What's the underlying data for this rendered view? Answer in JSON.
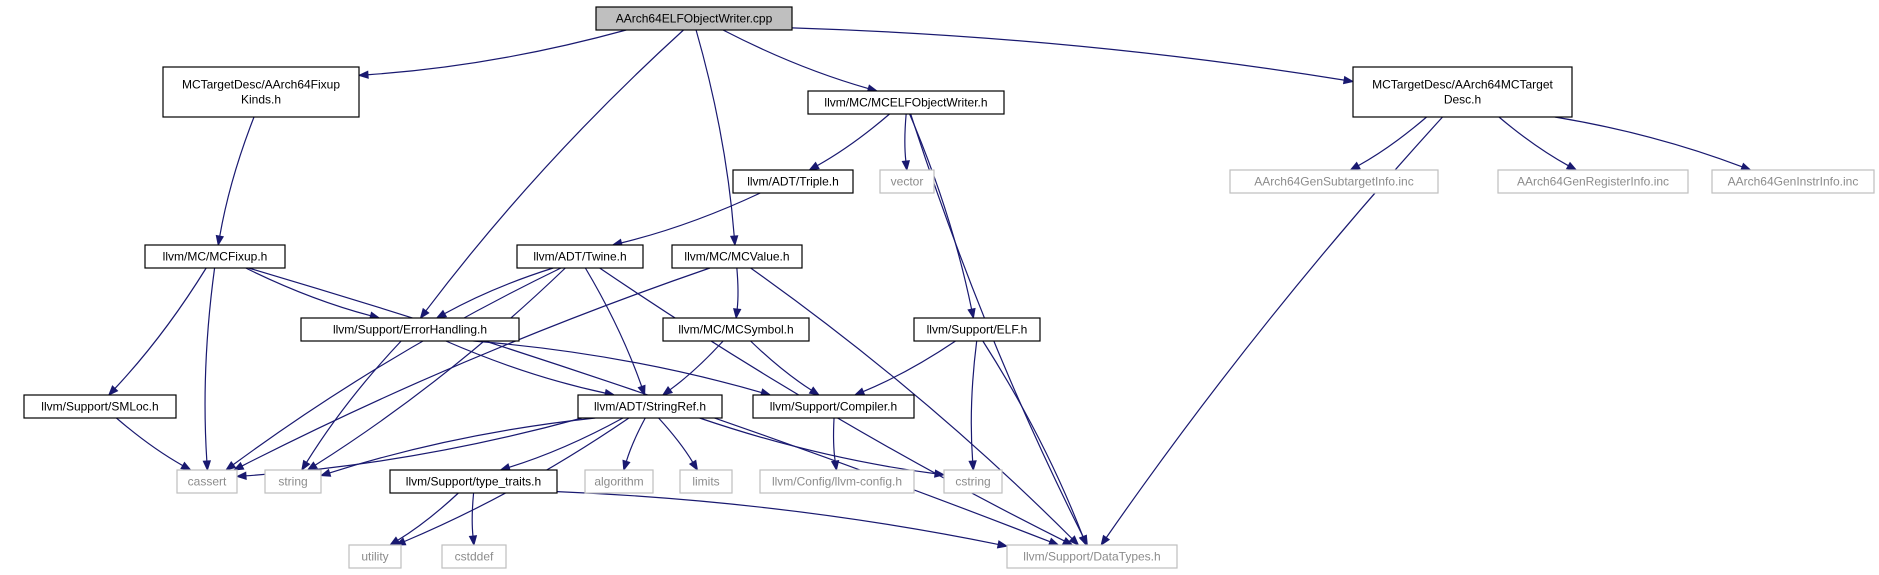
{
  "graph": {
    "nodes": [
      {
        "id": "root",
        "lines": [
          "AArch64ELFObjectWriter.cpp"
        ],
        "style": "root"
      },
      {
        "id": "fixupkinds",
        "lines": [
          "MCTargetDesc/AArch64Fixup",
          "Kinds.h"
        ],
        "style": "normal"
      },
      {
        "id": "mcelf",
        "lines": [
          "llvm/MC/MCELFObjectWriter.h"
        ],
        "style": "normal"
      },
      {
        "id": "mctargetdesc",
        "lines": [
          "MCTargetDesc/AArch64MCTarget",
          "Desc.h"
        ],
        "style": "normal"
      },
      {
        "id": "triple",
        "lines": [
          "llvm/ADT/Triple.h"
        ],
        "style": "normal"
      },
      {
        "id": "vector",
        "lines": [
          "vector"
        ],
        "style": "external"
      },
      {
        "id": "subtarget",
        "lines": [
          "AArch64GenSubtargetInfo.inc"
        ],
        "style": "external"
      },
      {
        "id": "reginfo",
        "lines": [
          "AArch64GenRegisterInfo.inc"
        ],
        "style": "external"
      },
      {
        "id": "instrinfo",
        "lines": [
          "AArch64GenInstrInfo.inc"
        ],
        "style": "external"
      },
      {
        "id": "mcfixup",
        "lines": [
          "llvm/MC/MCFixup.h"
        ],
        "style": "normal"
      },
      {
        "id": "twine",
        "lines": [
          "llvm/ADT/Twine.h"
        ],
        "style": "normal"
      },
      {
        "id": "mcvalue",
        "lines": [
          "llvm/MC/MCValue.h"
        ],
        "style": "normal"
      },
      {
        "id": "errorhandling",
        "lines": [
          "llvm/Support/ErrorHandling.h"
        ],
        "style": "normal"
      },
      {
        "id": "mcsymbol",
        "lines": [
          "llvm/MC/MCSymbol.h"
        ],
        "style": "normal"
      },
      {
        "id": "elf",
        "lines": [
          "llvm/Support/ELF.h"
        ],
        "style": "normal"
      },
      {
        "id": "smloc",
        "lines": [
          "llvm/Support/SMLoc.h"
        ],
        "style": "normal"
      },
      {
        "id": "stringref",
        "lines": [
          "llvm/ADT/StringRef.h"
        ],
        "style": "normal"
      },
      {
        "id": "compiler",
        "lines": [
          "llvm/Support/Compiler.h"
        ],
        "style": "normal"
      },
      {
        "id": "cassert",
        "lines": [
          "cassert"
        ],
        "style": "external"
      },
      {
        "id": "string",
        "lines": [
          "string"
        ],
        "style": "external"
      },
      {
        "id": "typetraits",
        "lines": [
          "llvm/Support/type_traits.h"
        ],
        "style": "normal"
      },
      {
        "id": "algorithm",
        "lines": [
          "algorithm"
        ],
        "style": "external"
      },
      {
        "id": "limits",
        "lines": [
          "limits"
        ],
        "style": "external"
      },
      {
        "id": "llvmconfig",
        "lines": [
          "llvm/Config/llvm-config.h"
        ],
        "style": "external"
      },
      {
        "id": "cstring",
        "lines": [
          "cstring"
        ],
        "style": "external"
      },
      {
        "id": "utility",
        "lines": [
          "utility"
        ],
        "style": "external"
      },
      {
        "id": "cstddef",
        "lines": [
          "cstddef"
        ],
        "style": "external"
      },
      {
        "id": "datatypes",
        "lines": [
          "llvm/Support/DataTypes.h"
        ],
        "style": "external"
      }
    ],
    "edges": [
      {
        "from": "root",
        "to": "fixupkinds"
      },
      {
        "from": "root",
        "to": "errorhandling"
      },
      {
        "from": "root",
        "to": "mcvalue"
      },
      {
        "from": "root",
        "to": "mcelf"
      },
      {
        "from": "root",
        "to": "mctargetdesc"
      },
      {
        "from": "fixupkinds",
        "to": "mcfixup"
      },
      {
        "from": "mcelf",
        "to": "triple"
      },
      {
        "from": "mcelf",
        "to": "vector"
      },
      {
        "from": "mcelf",
        "to": "elf"
      },
      {
        "from": "mcelf",
        "to": "datatypes"
      },
      {
        "from": "mctargetdesc",
        "to": "subtarget"
      },
      {
        "from": "mctargetdesc",
        "to": "reginfo"
      },
      {
        "from": "mctargetdesc",
        "to": "instrinfo"
      },
      {
        "from": "mctargetdesc",
        "to": "datatypes"
      },
      {
        "from": "triple",
        "to": "twine"
      },
      {
        "from": "mcfixup",
        "to": "errorhandling"
      },
      {
        "from": "mcfixup",
        "to": "smloc"
      },
      {
        "from": "mcfixup",
        "to": "cassert"
      },
      {
        "from": "mcfixup",
        "to": "datatypes"
      },
      {
        "from": "twine",
        "to": "errorhandling"
      },
      {
        "from": "twine",
        "to": "stringref"
      },
      {
        "from": "twine",
        "to": "cassert"
      },
      {
        "from": "twine",
        "to": "string"
      },
      {
        "from": "twine",
        "to": "datatypes"
      },
      {
        "from": "mcvalue",
        "to": "mcsymbol"
      },
      {
        "from": "mcvalue",
        "to": "cassert"
      },
      {
        "from": "mcvalue",
        "to": "datatypes"
      },
      {
        "from": "errorhandling",
        "to": "stringref"
      },
      {
        "from": "errorhandling",
        "to": "compiler"
      },
      {
        "from": "errorhandling",
        "to": "string"
      },
      {
        "from": "mcsymbol",
        "to": "stringref"
      },
      {
        "from": "mcsymbol",
        "to": "compiler"
      },
      {
        "from": "elf",
        "to": "compiler"
      },
      {
        "from": "elf",
        "to": "cstring"
      },
      {
        "from": "elf",
        "to": "datatypes"
      },
      {
        "from": "smloc",
        "to": "cassert"
      },
      {
        "from": "stringref",
        "to": "cassert"
      },
      {
        "from": "stringref",
        "to": "string"
      },
      {
        "from": "stringref",
        "to": "typetraits"
      },
      {
        "from": "stringref",
        "to": "algorithm"
      },
      {
        "from": "stringref",
        "to": "limits"
      },
      {
        "from": "stringref",
        "to": "cstring"
      },
      {
        "from": "stringref",
        "to": "utility"
      },
      {
        "from": "compiler",
        "to": "llvmconfig"
      },
      {
        "from": "typetraits",
        "to": "utility"
      },
      {
        "from": "typetraits",
        "to": "cstddef"
      },
      {
        "from": "typetraits",
        "to": "datatypes"
      }
    ]
  },
  "colors": {
    "edge": "#191970",
    "root_fill": "#bfbfbf",
    "node_border": "#000000",
    "external_border": "#bfbfbf",
    "external_text": "#8c8c8c"
  }
}
